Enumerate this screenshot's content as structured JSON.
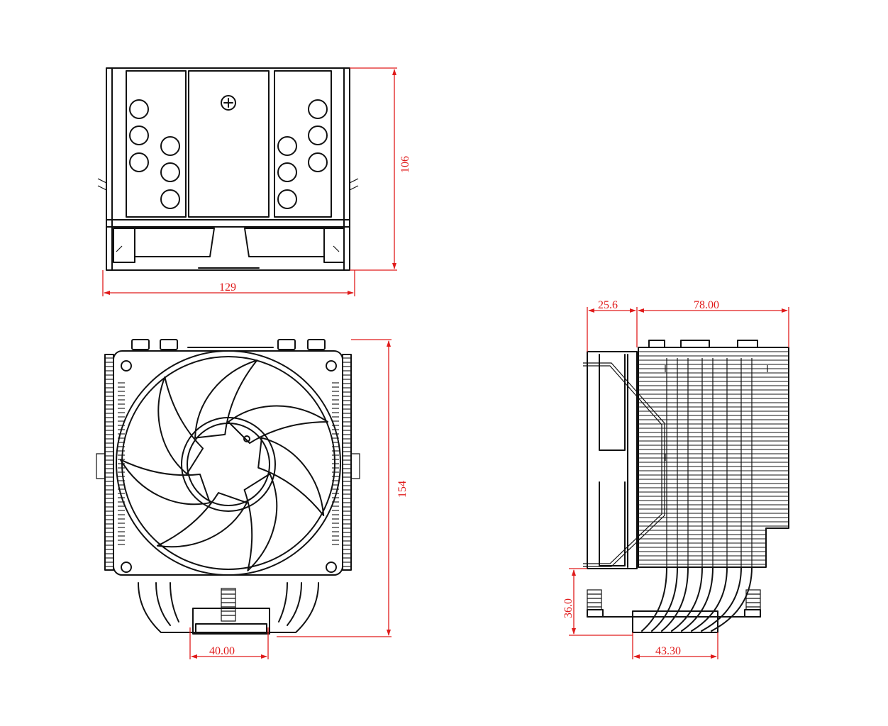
{
  "colors": {
    "line": "#111111",
    "dimension": "#e01b1b",
    "background": "#ffffff"
  },
  "views": {
    "top": {
      "width_label": "129",
      "height_label": "106"
    },
    "front": {
      "height_label": "154",
      "base_width_label": "40.00"
    },
    "side": {
      "fan_depth_label": "25.6",
      "heatsink_depth_label": "78.00",
      "clearance_label": "36.0",
      "base_depth_label": "43.30"
    }
  }
}
